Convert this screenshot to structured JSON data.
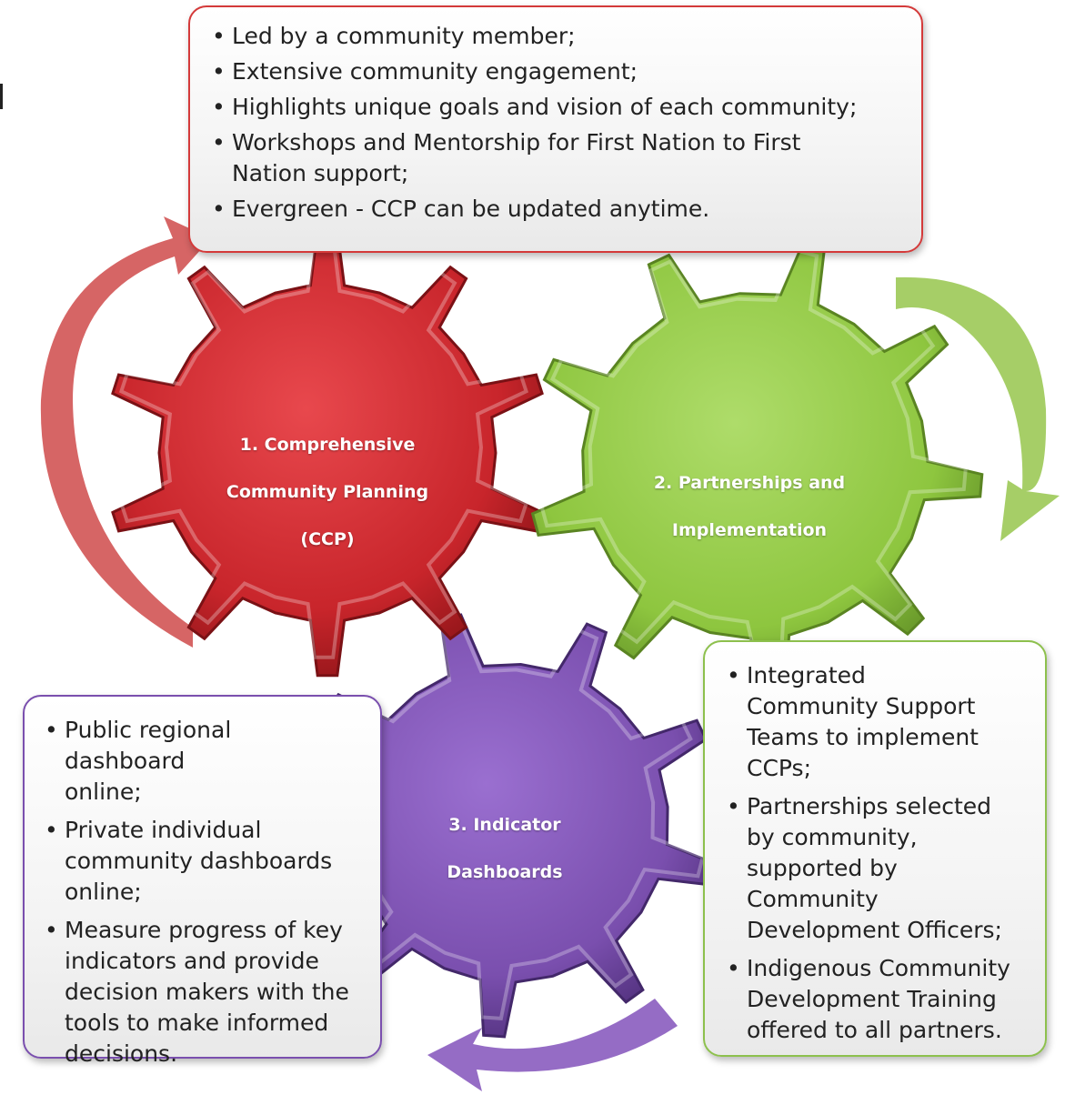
{
  "gears": [
    {
      "id": "ccp",
      "label_lines": [
        "1. Comprehensive",
        "Community Planning",
        "(CCP)"
      ],
      "color": "#c8252b"
    },
    {
      "id": "partnerships",
      "label_lines": [
        "2. Partnerships and",
        "Implementation"
      ],
      "color": "#8ec63f"
    },
    {
      "id": "dashboards",
      "label_lines": [
        "3. Indicator",
        "Dashboards"
      ],
      "color": "#7a4fae"
    }
  ],
  "boxes": {
    "top": {
      "accent": "#d43a3a",
      "items": [
        "Led by a community member;",
        "Extensive community engagement;",
        "Highlights unique goals and vision of each community;",
        "Workshops and Mentorship for First Nation to First Nation support;",
        "Evergreen - CCP can be updated anytime."
      ]
    },
    "right": {
      "accent": "#8dc04d",
      "items": [
        "Integrated Community Support Teams to implement CCPs;",
        "Partnerships selected by community, supported by Community Development Officers;",
        "Indigenous Community Development Training offered to all partners."
      ]
    },
    "left": {
      "accent": "#7a4fae",
      "items": [
        "Public regional dashboard online;",
        "Private individual community dashboards online;",
        "Measure progress of key indicators and provide decision makers with the tools to make informed decisions."
      ]
    }
  },
  "arrows": [
    {
      "id": "red-arrow",
      "color": "#cf4a4a"
    },
    {
      "id": "green-arrow",
      "color": "#9cc957"
    },
    {
      "id": "purple-arrow",
      "color": "#8a5cbf"
    }
  ]
}
